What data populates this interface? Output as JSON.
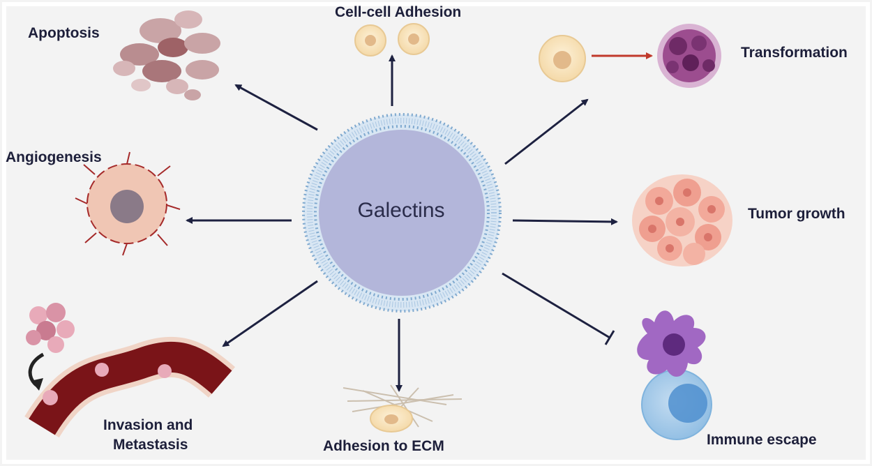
{
  "center": {
    "label": "Galectins"
  },
  "processes": {
    "apoptosis": "Apoptosis",
    "cell_adhesion": "Cell-cell Adhesion",
    "transformation": "Transformation",
    "angiogenesis": "Angiogenesis",
    "tumor_growth": "Tumor growth",
    "invasion_line1": "Invasion and",
    "invasion_line2": "Metastasis",
    "adhesion_ecm": "Adhesion to ECM",
    "immune_escape": "Immune escape"
  },
  "colors": {
    "background": "#f3f3f3",
    "arrow": "#1d2140",
    "transformation_arrow": "#c0392b",
    "galectin_core": "#b3b6da",
    "membrane": "#7fa9cf",
    "vessel": "#7a1418"
  }
}
